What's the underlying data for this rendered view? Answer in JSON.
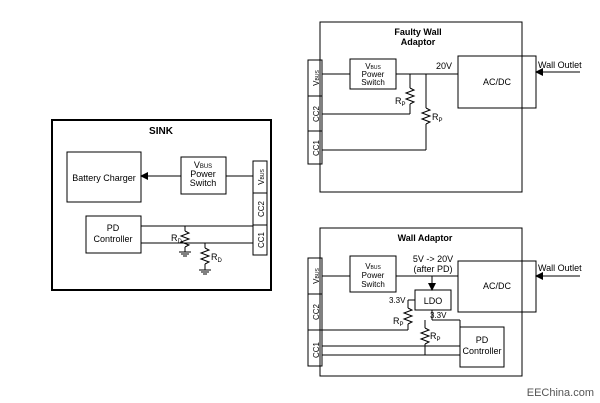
{
  "sink": {
    "title": "SINK",
    "battery_charger": "Battery Charger",
    "vbus_switch": {
      "v": "V",
      "sub": "BUS",
      "l2": "Power",
      "l3": "Switch"
    },
    "pd_controller": {
      "l1": "PD",
      "l2": "Controller"
    },
    "rd1": {
      "main": "R",
      "sub": "D"
    },
    "rd2": {
      "main": "R",
      "sub": "D"
    },
    "pins": {
      "vbus_v": "V",
      "vbus_sub": "BUS",
      "cc2": "CC2",
      "cc1": "CC1"
    }
  },
  "faulty": {
    "title_l1": "Faulty Wall",
    "title_l2": "Adaptor",
    "vbus_switch": {
      "v": "V",
      "sub": "BUS",
      "l2": "Power",
      "l3": "Switch"
    },
    "voltage": "20V",
    "acdc": "AC/DC",
    "wall_outlet": "Wall Outlet",
    "rp1": {
      "main": "R",
      "sub": "P"
    },
    "rp2": {
      "main": "R",
      "sub": "P"
    },
    "pins": {
      "vbus_v": "V",
      "vbus_sub": "BUS",
      "cc2": "CC2",
      "cc1": "CC1"
    }
  },
  "wall": {
    "title": "Wall Adaptor",
    "vbus_switch": {
      "v": "V",
      "sub": "BUS",
      "l2": "Power",
      "l3": "Switch"
    },
    "voltage_l1": "5V -> 20V",
    "voltage_l2": "(after PD)",
    "acdc": "AC/DC",
    "wall_outlet": "Wall Outlet",
    "ldo": "LDO",
    "v33_a": "3.3V",
    "v33_b": "3.3V",
    "rp1": {
      "main": "R",
      "sub": "P"
    },
    "rp2": {
      "main": "R",
      "sub": "P"
    },
    "pd_controller": {
      "l1": "PD",
      "l2": "Controller"
    },
    "pins": {
      "vbus_v": "V",
      "vbus_sub": "BUS",
      "cc2": "CC2",
      "cc1": "CC1"
    }
  },
  "watermark": "EEChina.com"
}
